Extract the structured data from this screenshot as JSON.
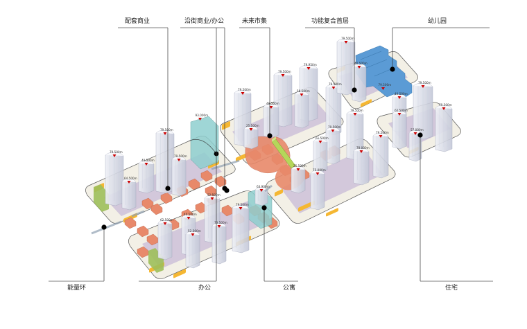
{
  "diagram": {
    "callouts_top": [
      {
        "id": "supporting-commercial",
        "label": "配套商业"
      },
      {
        "id": "street-commercial-office",
        "label": "沿街商业/办公"
      },
      {
        "id": "future-market",
        "label": "未来市集"
      },
      {
        "id": "mixed-use-ground-floor",
        "label": "功能复合首层"
      },
      {
        "id": "kindergarten",
        "label": "幼儿园"
      }
    ],
    "callouts_bottom": [
      {
        "id": "energy-ring",
        "label": "能量环"
      },
      {
        "id": "office",
        "label": "办公"
      },
      {
        "id": "apartment",
        "label": "公寓"
      },
      {
        "id": "residential",
        "label": "住宅"
      }
    ],
    "elevations": [
      "79.500m",
      "79.500m",
      "48.500m",
      "79.500m",
      "64.500m",
      "93.000m",
      "79.500m",
      "79.500m",
      "79.950m",
      "48.500m",
      "58.500m",
      "79.500m",
      "25.500m",
      "79.500m",
      "40.500m",
      "79.500m",
      "40.500m",
      "62.500m",
      "57.000m",
      "79.500m",
      "79.500m",
      "79.500m",
      "79.500m",
      "79.500m",
      "61.500m",
      "78.000m",
      "25.500m",
      "75.000m",
      "52.500m",
      "40.500m",
      "62.500m",
      "52.500m",
      "79.500m",
      "73.500m",
      "63.900m"
    ],
    "colors": {
      "tower": "#dcdfea",
      "tower_shade": "#b9bdd0",
      "commercial": "#e8896a",
      "podium_yellow": "#f5b732",
      "courtyard": "#b8a8d2",
      "plinth": "#f3f0e6",
      "kindergarten": "#5b9bd5",
      "apartment": "#8fcfcf",
      "market_bar": "#b5d65a",
      "marker": "#cc0000"
    }
  }
}
